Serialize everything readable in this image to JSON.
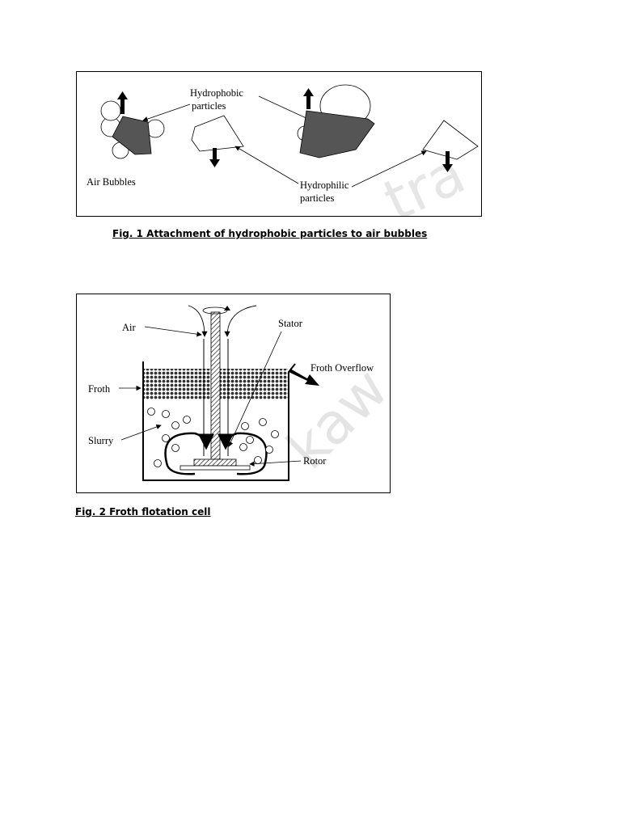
{
  "figure1": {
    "labels": {
      "hydrophobic_line1": "Hydrophobic",
      "hydrophobic_line2": "particles",
      "air_bubbles": "Air Bubbles",
      "hydrophilic_line1": "Hydrophilic",
      "hydrophilic_line2": "particles"
    },
    "caption": "Fig. 1 Attachment of hydrophobic particles to air bubbles"
  },
  "figure2": {
    "labels": {
      "air": "Air",
      "stator": "Stator",
      "froth_overflow": "Froth Overflow",
      "froth": "Froth",
      "slurry": "Slurry",
      "rotor": "Rotor"
    },
    "caption": "Fig. 2 Froth flotation cell"
  },
  "colors": {
    "particle_dark": "#555555",
    "line": "#000000"
  }
}
